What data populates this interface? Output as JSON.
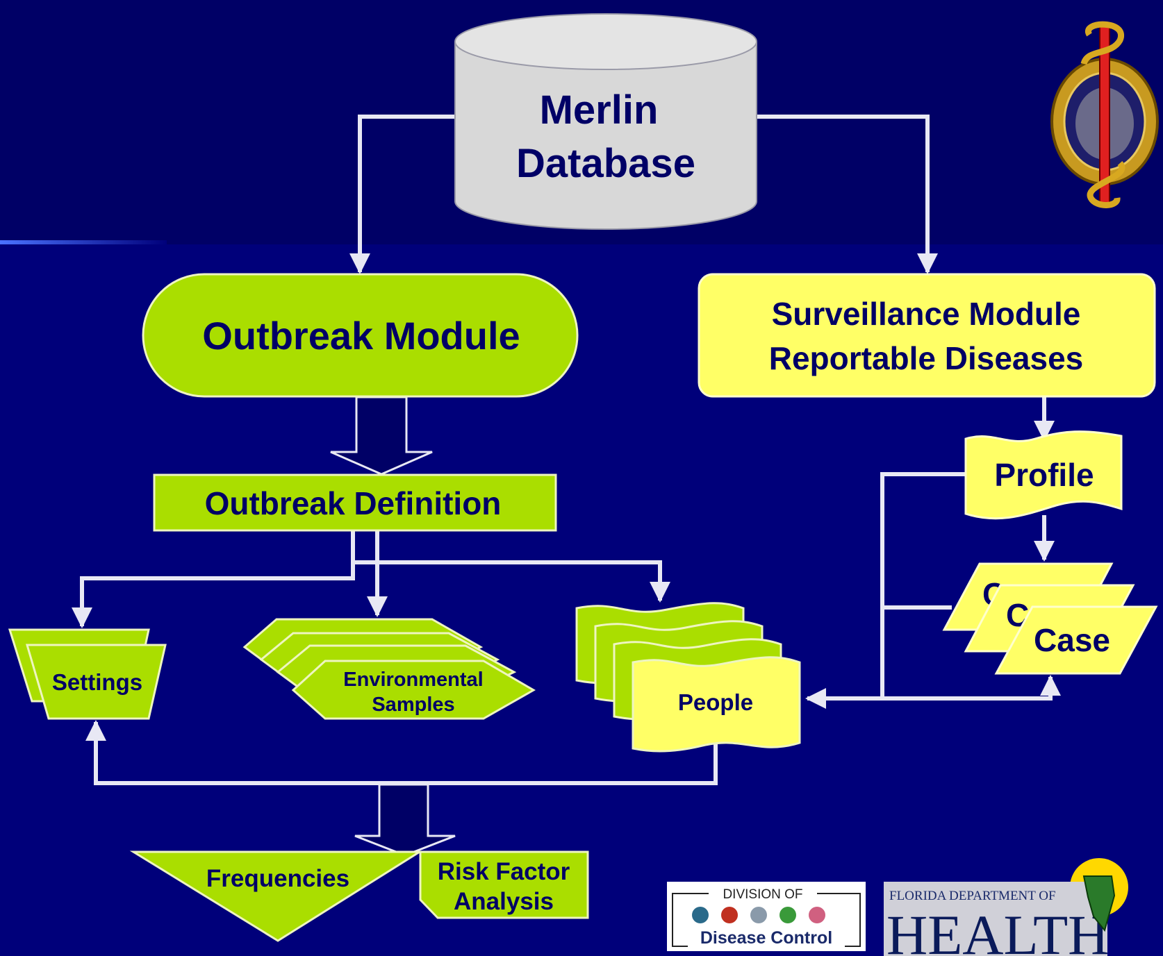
{
  "nodes": {
    "database": {
      "line1": "Merlin",
      "line2": "Database"
    },
    "outbreak_module": "Outbreak Module",
    "surveillance_module": {
      "line1": "Surveillance Module",
      "line2": "Reportable Diseases"
    },
    "outbreak_definition": "Outbreak Definition",
    "settings": "Settings",
    "environmental_samples": {
      "line1": "Environmental",
      "line2": "Samples"
    },
    "people": "People",
    "profile": "Profile",
    "case": "Case",
    "case_partial": "C",
    "frequencies": "Frequencies",
    "risk_factor_analysis": {
      "line1": "Risk Factor",
      "line2": "Analysis"
    }
  },
  "logos": {
    "disease_control": {
      "top": "DIVISION OF",
      "bottom": "Disease Control"
    },
    "florida_health": {
      "top": "FLORIDA DEPARTMENT OF",
      "bottom": "HEALTH"
    }
  },
  "colors": {
    "background": "#00007a",
    "green_fill": "#aade00",
    "yellow_fill": "#ffff66",
    "database_fill": "#d8d8d8",
    "text": "#000066",
    "connector": "#e8e8f4"
  }
}
